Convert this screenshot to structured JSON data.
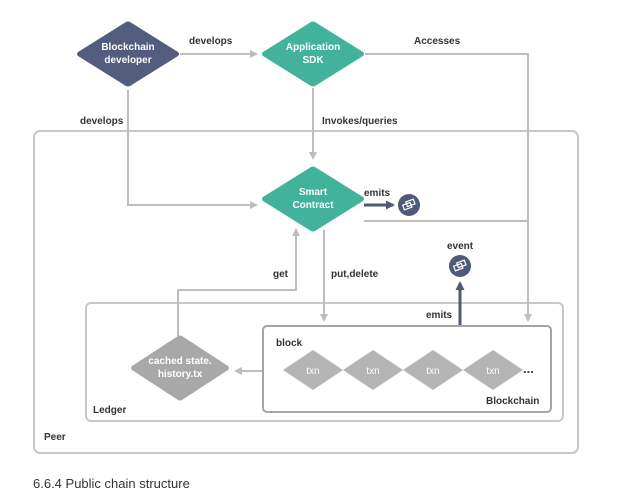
{
  "colors": {
    "developer": "#525c7c",
    "teal": "#42b29a",
    "gray": "#a8a8a8",
    "txn": "#b4b4b4",
    "event_icon": "#4d5a78",
    "dark_arrow": "#4d5a78",
    "line": "#bdbdbd"
  },
  "nodes": {
    "developer": [
      "Blockchain",
      "developer"
    ],
    "sdk": [
      "Application",
      "SDK"
    ],
    "contract": [
      "Smart",
      "Contract"
    ],
    "cached": [
      "cached state.",
      "history.tx"
    ]
  },
  "labels": {
    "develops_top": "develops",
    "develops_left": "develops",
    "accesses": "Accesses",
    "invokes": "Invokes/queries",
    "emits_contract": "emits",
    "event": "event",
    "get": "get",
    "put_delete": "put,delete",
    "emits_block": "emits"
  },
  "containers": {
    "peer": "Peer",
    "ledger": "Ledger",
    "block": "block",
    "blockchain": "Blockchain"
  },
  "txns": [
    "txn",
    "txn",
    "txn",
    "txn"
  ],
  "ellipsis": "...",
  "caption": "6.6.4 Public chain structure"
}
